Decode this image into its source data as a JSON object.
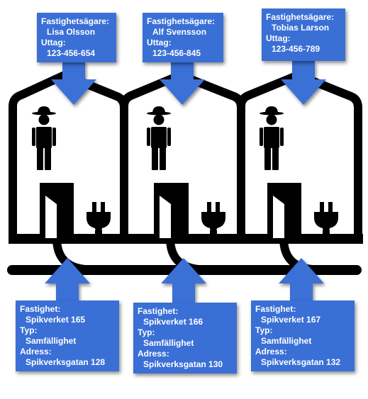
{
  "colors": {
    "callout": "#3a6fd6",
    "ink": "#000000"
  },
  "icons": [
    "person-icon",
    "plug-icon",
    "house-icon"
  ],
  "owners": [
    {
      "owner_label": "Fastighetsägare:",
      "owner": "Lisa Olsson",
      "outlet_label": "Uttag:",
      "outlet": "123-456-654"
    },
    {
      "owner_label": "Fastighetsägare:",
      "owner": "Alf Svensson",
      "outlet_label": "Uttag:",
      "outlet": "123-456-845"
    },
    {
      "owner_label": "Fastighetsägare:",
      "owner": "Tobias Larson",
      "outlet_label": "Uttag:",
      "outlet": "123-456-789"
    }
  ],
  "properties": [
    {
      "property_label": "Fastighet:",
      "property": "Spikverket 165",
      "type_label": "Typ:",
      "type": "Samfällighet",
      "address_label": "Adress:",
      "address": "Spikverksgatan 128"
    },
    {
      "property_label": "Fastighet:",
      "property": "Spikverket 166",
      "type_label": "Typ:",
      "type": "Samfällighet",
      "address_label": "Adress:",
      "address": "Spikverksgatan 130"
    },
    {
      "property_label": "Fastighet:",
      "property": "Spikverket 167",
      "type_label": "Typ:",
      "type": "Samfällighet",
      "address_label": "Adress:",
      "address": "Spikverksgatan 132"
    }
  ]
}
